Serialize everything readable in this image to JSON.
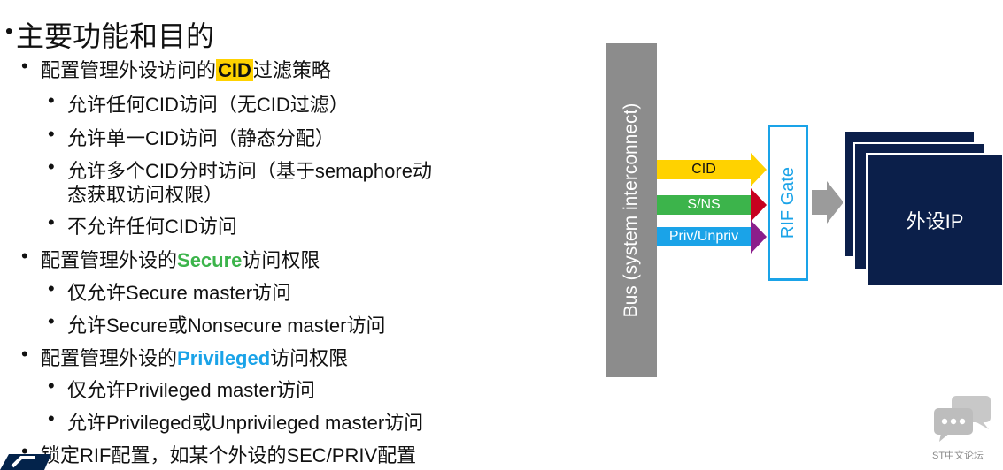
{
  "title": {
    "bullet": "•",
    "text": "主要功能和目的"
  },
  "items": {
    "cid_policy": {
      "prefix": "配置管理外设访问的",
      "highlight": "CID",
      "suffix": "过滤策略"
    },
    "cid_any": "允许任何CID访问（无CID过滤）",
    "cid_single": "允许单一CID访问（静态分配）",
    "cid_multi_line1": "允许多个CID分时访问（基于semaphore动",
    "cid_multi_line2": "态获取访问权限）",
    "cid_none": "不允许任何CID访问",
    "secure_policy": {
      "prefix": "配置管理外设的",
      "highlight": "Secure",
      "suffix": "访问权限"
    },
    "secure_only": "仅允许Secure master访问",
    "secure_or_ns": "允许Secure或Nonsecure master访问",
    "priv_policy": {
      "prefix": "配置管理外设的",
      "highlight": "Privileged",
      "suffix": "访问权限"
    },
    "priv_only": "仅允许Privileged master访问",
    "priv_or_unpriv": "允许Privileged或Unprivileged master访问",
    "lock_rif": "锁定RIF配置，如某个外设的SEC/PRIV配置"
  },
  "bullet_char": "•",
  "diagram": {
    "bus_label": "Bus (system interconnect)",
    "arrows": {
      "cid": "CID",
      "sns": "S/NS",
      "priv": "Priv/Unpriv"
    },
    "rif_gate_label": "RIF Gate",
    "peripheral_label": "外设IP"
  },
  "footer": {
    "forum_label": "ST中文论坛"
  },
  "colors": {
    "cid_yellow": "#ffd200",
    "secure_green": "#3cb44b",
    "privileged_blue": "#1aa3e8",
    "peripheral_navy": "#0b1f4a",
    "bus_gray": "#8c8c8c"
  }
}
